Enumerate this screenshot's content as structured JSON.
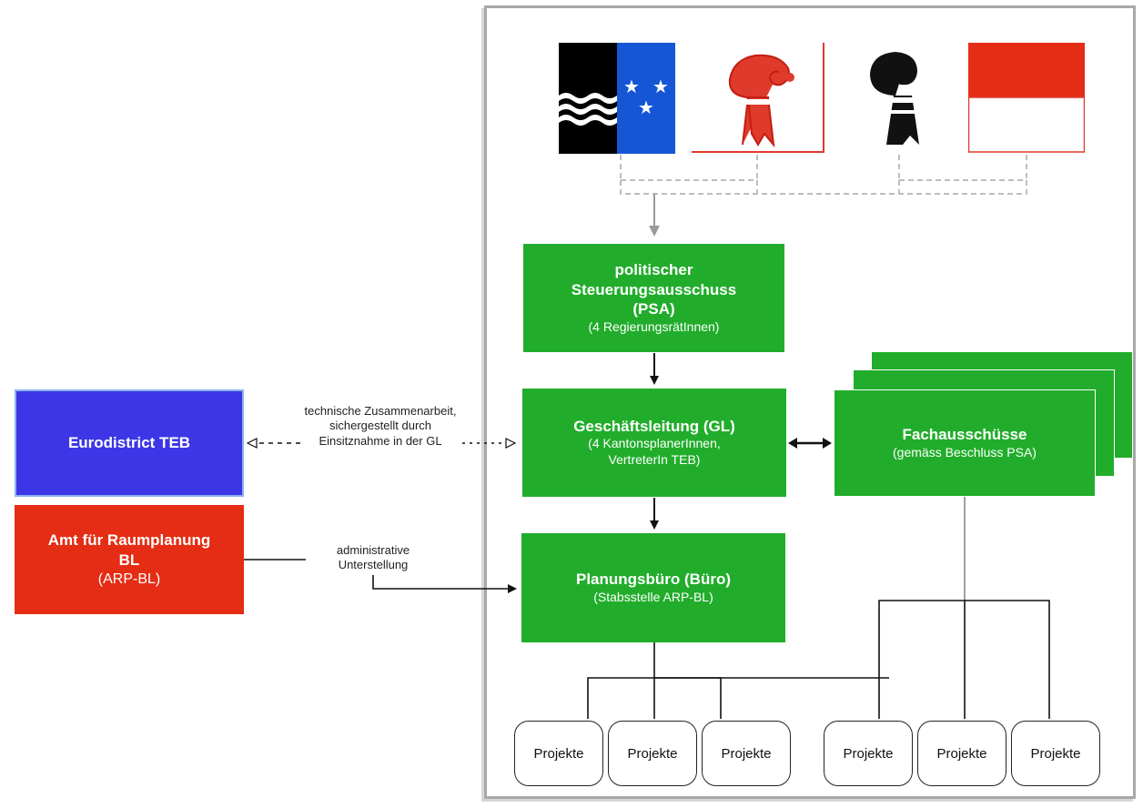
{
  "panel": {
    "psa": {
      "title": "politischer Steuerungsausschuss (PSA)",
      "subtitle": "(4 RegierungsrätInnen)"
    },
    "gl": {
      "title": "Geschäftsleitung (GL)",
      "subtitle": "(4 KantonsplanerInnen, VertreterIn TEB)"
    },
    "buero": {
      "title": "Planungsbüro (Büro)",
      "subtitle": "(Stabsstelle ARP-BL)"
    },
    "fach": {
      "title": "Fachausschüsse",
      "subtitle": "(gemäss Beschluss PSA)"
    },
    "projects": [
      "Projekte",
      "Projekte",
      "Projekte",
      "Projekte",
      "Projekte",
      "Projekte"
    ]
  },
  "left": {
    "teb": {
      "title": "Eurodistrict TEB"
    },
    "arp": {
      "title": "Amt für Raumplanung BL",
      "subtitle": "(ARP-BL)"
    }
  },
  "notes": {
    "technical": "technische Zusammenarbeit, sichergestellt durch Einsitznahme in der GL",
    "admin": "administrative Unterstellung"
  },
  "flags": [
    "aargau-flag",
    "basel-landschaft-flag",
    "basel-stadt-flag",
    "solothurn-flag"
  ],
  "colors": {
    "green": "#21ad2b",
    "blue": "#3c36e6",
    "red": "#e42d14"
  }
}
